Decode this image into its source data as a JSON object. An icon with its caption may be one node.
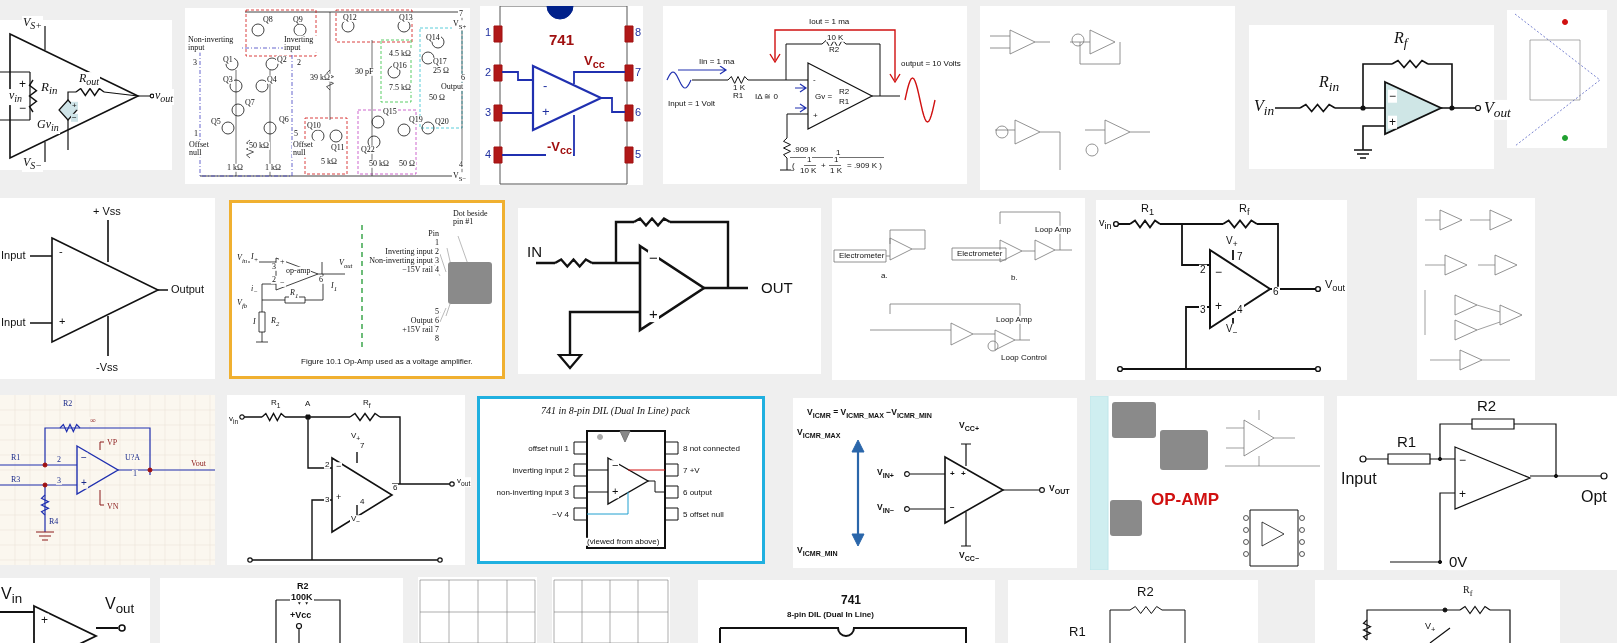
{
  "diagram": {
    "labels": [
      "V$_{S+}$",
      "+",
      "v$_{in}$",
      "−",
      "R$_{in}$",
      "R$_{out}$",
      "+",
      "−",
      "Gv$_{in}$",
      "v$_{out}$",
      "V$_{S−}$",
      "Q8",
      "Q9",
      "Q12",
      "Q13",
      "Q14",
      "Non-inverting input",
      "Inverting input",
      "Q1",
      "Q2",
      "Q3",
      "Q4",
      "39 kΩ",
      "30 pF",
      "4.5 kΩ",
      "Q16",
      "7.5 kΩ",
      "Q17",
      "25 Ω",
      "6",
      "Output",
      "50 Ω",
      "Q7",
      "Q15",
      "Q5",
      "Q6",
      "Q10",
      "Q22",
      "Q19",
      "Q20",
      "Q11",
      "3",
      "2",
      "1",
      "Offset null",
      "5",
      "Offset null",
      "1 kΩ",
      "50 kΩ",
      "1 kΩ",
      "5 kΩ",
      "50 kΩ",
      "50 Ω",
      "7",
      "V$_{S+}$",
      "4",
      "V$_{S−}$",
      "741",
      "V$_{cc}$",
      "-",
      "+",
      "-V$_{cc}$",
      "1",
      "8",
      "2",
      "7",
      "3",
      "6",
      "4",
      "5",
      "Iout = 1 ma",
      "10 K",
      "R2",
      "Iin = 1 ma",
      "output = 10 Volts",
      "1 K",
      "R1",
      "Input = 1 Volt",
      "IΔ ≅ 0",
      "-",
      "Gv =",
      "R2",
      "R1",
      "+",
      ".909 K",
      "1",
      "(",
      "1",
      "10 K",
      "+",
      "1",
      "1 K",
      "= .909 K )",
      "R$_{f}$",
      "R$_{in}$",
      "V$_{in}$",
      "−",
      "+",
      "V$_{out}$",
      "+ Vss",
      "Input",
      "-",
      "Output",
      "+",
      "Input",
      "-Vss",
      "V$_{in}$",
      "I$_{+}$",
      "+",
      "op-amp",
      "3",
      "−",
      "2",
      "6",
      "V$_{out}$",
      "i$_{−}$",
      "I$_{1}$",
      "V$_{fb}$",
      "R$_{1}$",
      "R$_{2}$",
      "I",
      "Dot beside pin #1",
      "Pin",
      "1",
      "Inverting input 2",
      "Non-inverting input 3",
      "−15V rail 4",
      "5",
      "Output 6",
      "+15V rail 7",
      "8",
      "Figure 10.1 Op-Amp used as a voltage amplifier.",
      "IN",
      "−",
      "+",
      "OUT",
      "Electrometer",
      "a.",
      "Electrometer",
      "b.",
      "Loop Amp",
      "Loop Amp",
      "Loop Control",
      "R$_{1}$",
      "R$_{f}$",
      "v$_{in}$",
      "V$_{+}$",
      "7",
      "2",
      "−",
      "6",
      "V$_{out}$",
      "3",
      "+",
      "4",
      "V$_{−}$",
      "R2",
      "∞",
      "VP",
      "R1",
      "2",
      "U?A",
      "−",
      "1",
      "Vout",
      "R3",
      "3",
      "+",
      "VN",
      "R4",
      "v$_{in}$",
      "R$_{1}$",
      "A",
      "R$_{f}$",
      "V$_{+}$",
      "7",
      "2",
      "−",
      "6",
      "v$_{out}$",
      "3",
      "+",
      "4",
      "V$_{−}$",
      "741 in 8-pin DIL (Dual In Line) pack",
      "offset null 1",
      "inverting input 2",
      "non-inverting input 3",
      "−V 4",
      "8 not connected",
      "7 +V",
      "6 output",
      "5 offset null",
      "−",
      "+",
      "(viewed from above)",
      "V$_{ICMR}$ = V$_{ICMR_MAX}$ −V$_{ICMR_MIN}$",
      "V$_{ICMR_MAX}$",
      "V$_{CC+}$",
      "V$_{IN+}$",
      "+",
      "+",
      "V$_{OUT}$",
      "V$_{IN−}$",
      "−",
      "V$_{ICMR_MIN}$",
      "V$_{CC−}$",
      "OP-AMP",
      "R2",
      "R1",
      "Input",
      "−",
      "+",
      "Opt",
      "0V",
      "V$_{in}$",
      "+",
      "V$_{out}$",
      "R2",
      "100K",
      "+Vcc",
      "741",
      "8-pin DIL (Dual In Line)",
      "R2",
      "R1",
      "R$_{f}$",
      "V$_{+}$"
    ]
  }
}
